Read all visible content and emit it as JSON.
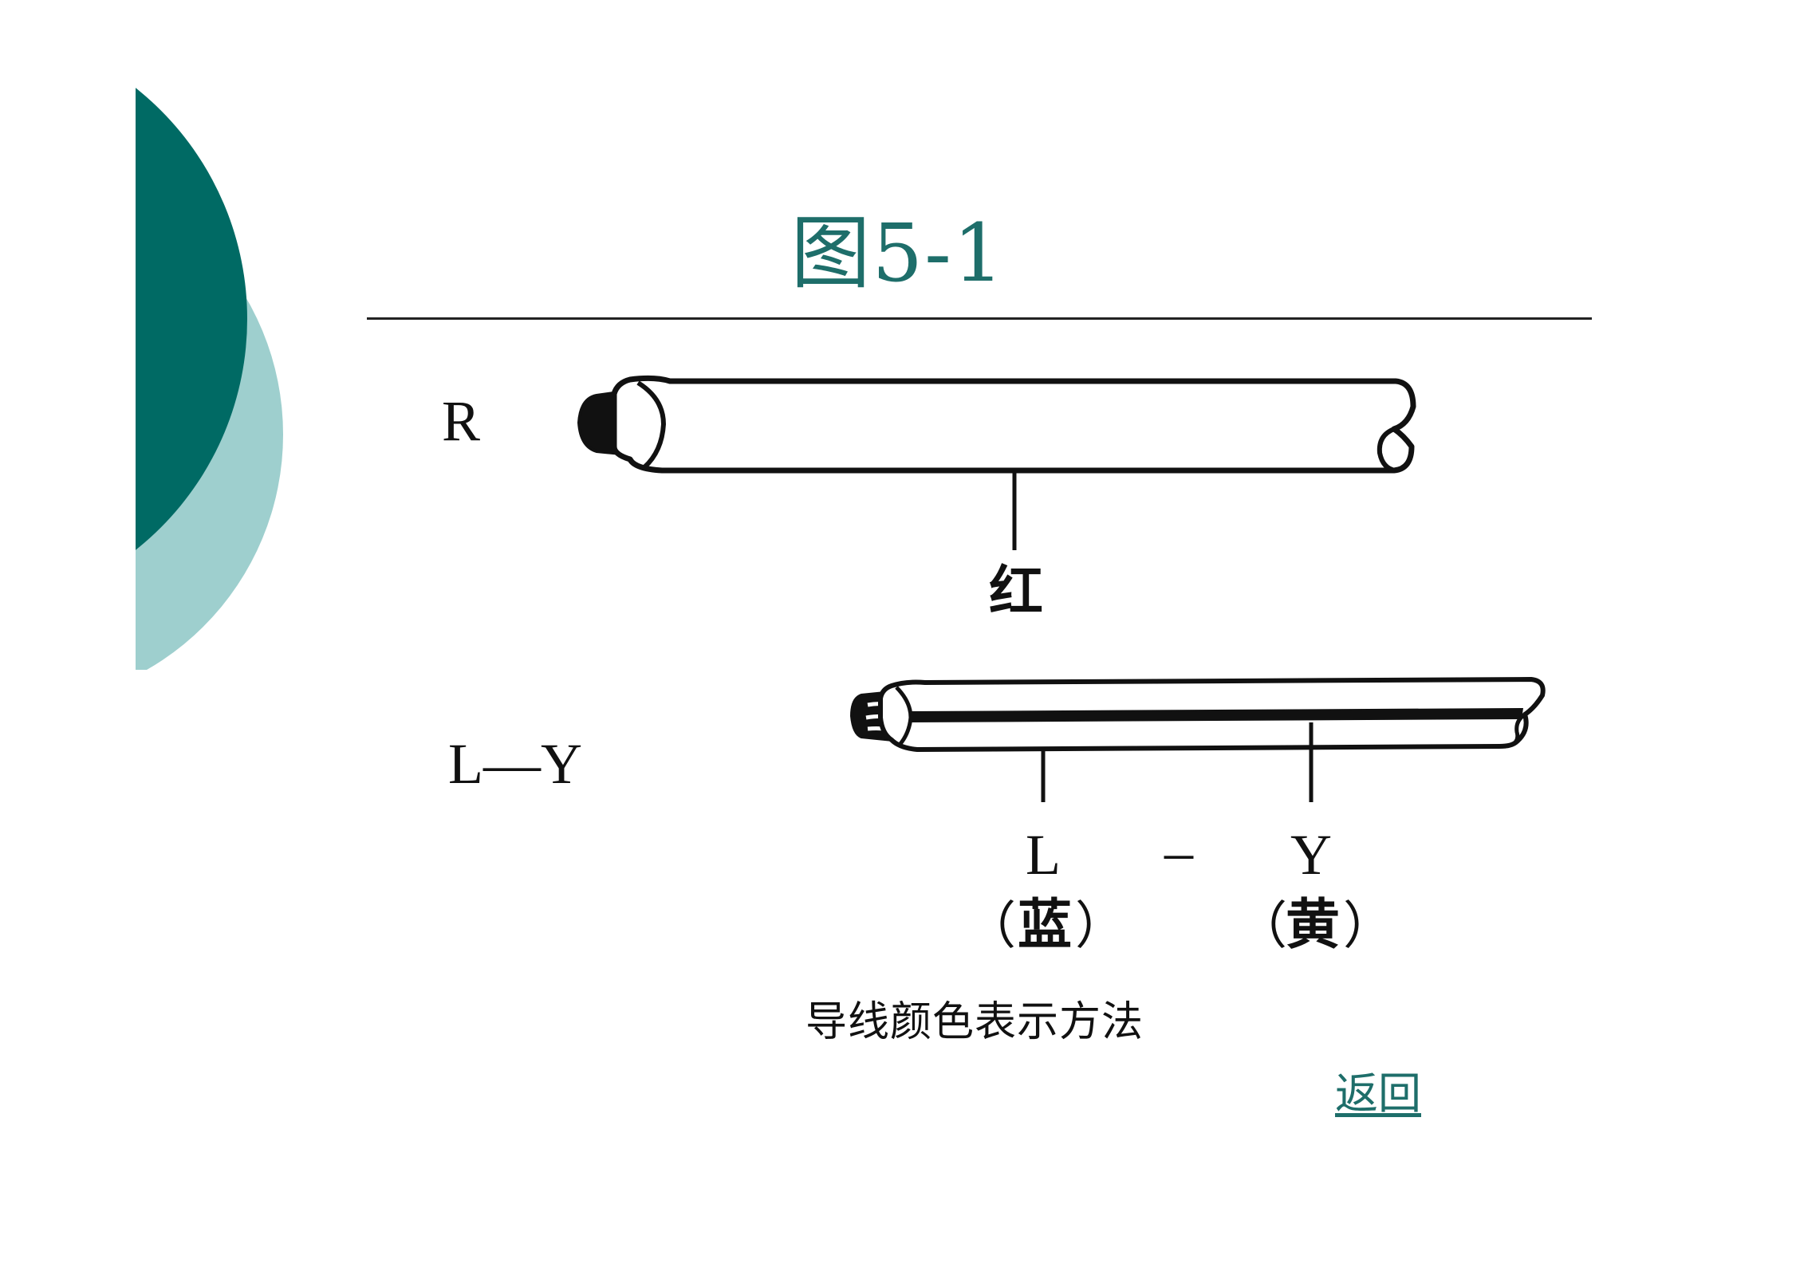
{
  "slide": {
    "title": "图5-1",
    "caption": "导线颜色表示方法",
    "back_link": "返回"
  },
  "wires": {
    "wire1": {
      "code": "R",
      "color_label": "红"
    },
    "wire2": {
      "code": "L—Y",
      "left_letter": "L",
      "dash": "–",
      "right_letter": "Y",
      "left_color": "蓝",
      "right_color": "黄",
      "paren_open": "（",
      "paren_close": "）"
    }
  },
  "colors": {
    "accent_dark": "#006a64",
    "accent_light": "#9ecfce",
    "title": "#1e6e6a",
    "line": "#111111"
  }
}
